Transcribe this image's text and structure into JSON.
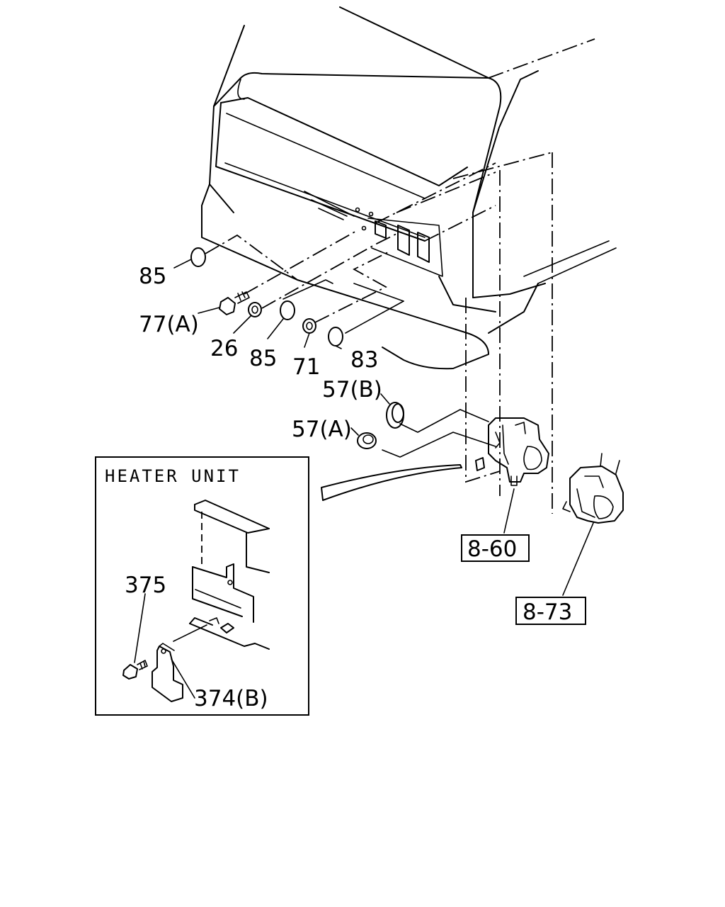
{
  "inset": {
    "title": "HEATER UNIT"
  },
  "callouts": {
    "c85_top": "85",
    "c77a": "77(A)",
    "c26": "26",
    "c85_mid": "85",
    "c71": "71",
    "c83": "83",
    "c57b": "57(B)",
    "c57a": "57(A)",
    "c375": "375",
    "c374b": "374(B)"
  },
  "references": {
    "r860": "8-60",
    "r873": "8-73"
  }
}
